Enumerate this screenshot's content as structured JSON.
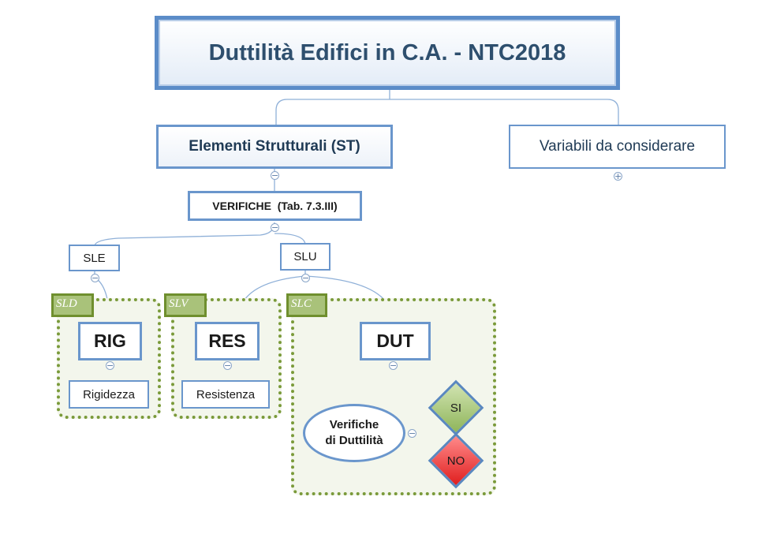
{
  "title": "Duttilità Edifici in C.A. - NTC2018",
  "nodes": {
    "elementi": "Elementi Strutturali (ST)",
    "variabili": "Variabili da considerare",
    "verifiche": "VERIFICHE  (Tab. 7.3.III)",
    "sle": "SLE",
    "slu": "SLU",
    "rig": "RIG",
    "rigidezza": "Rigidezza",
    "res": "RES",
    "resistenza": "Resistenza",
    "dut": "DUT",
    "verifiche_duttilita_1": "Verifiche",
    "verifiche_duttilita_2": "di Duttilità",
    "si": "SI",
    "no": "NO"
  },
  "groups": {
    "sld": "SLD",
    "slv": "SLV",
    "slc": "SLC"
  },
  "toggles": {
    "collapse": "−",
    "expand": "+"
  },
  "colors": {
    "box_border": "#6a96cc",
    "group_border": "#7a9a3a",
    "group_fill": "#f3f6ec",
    "tag_fill": "#a9c27a",
    "si_fill": "#a8c97a",
    "no_fill": "#e83a3a"
  }
}
